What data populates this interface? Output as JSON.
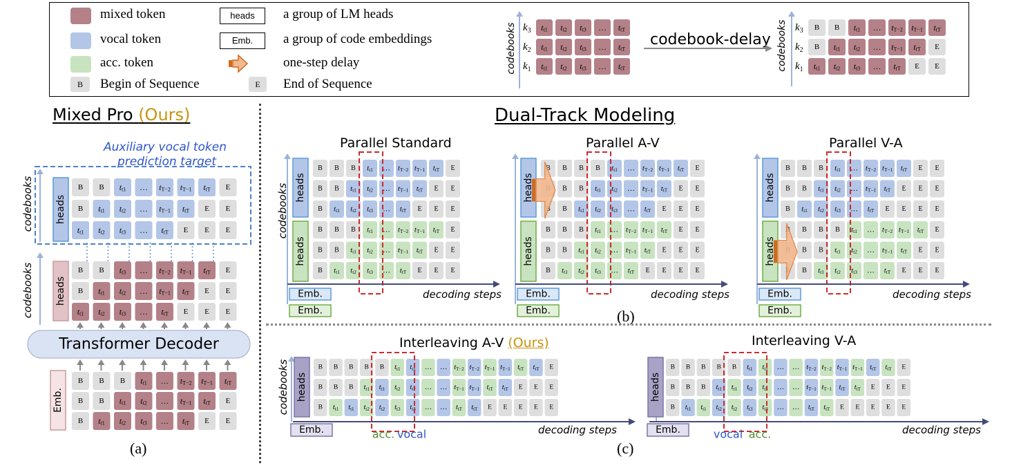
{
  "legend": {
    "mixed": "mixed token",
    "vocal": "vocal token",
    "acc": "acc. token",
    "bos_glyph": "B",
    "bos": "Begin of Sequence",
    "heads_box": "heads",
    "heads_desc": "a group of LM heads",
    "emb_box": "Emb.",
    "emb_desc": "a group of  code embeddings",
    "delay": "one-step delay",
    "eos_glyph": "E",
    "eos": "End of Sequence"
  },
  "delay_demo": {
    "codebooks_label": "codebooks",
    "rows": [
      "k3",
      "k2",
      "k1"
    ],
    "arrow_label": "codebook-delay"
  },
  "panel_a": {
    "title": "Mixed Pro",
    "ours": "(Ours)",
    "aux_line1": "Auxiliary vocal token",
    "aux_line2": "prediction target",
    "decoder": "Transformer Decoder",
    "heads": "heads",
    "emb": "Emb.",
    "codebooks": "codebooks",
    "caption": "(a)"
  },
  "panel_b": {
    "title": "Dual-Track Modeling",
    "sub1": "Parallel Standard",
    "sub2": "Parallel A-V",
    "sub3": "Parallel V-A",
    "codebooks": "codebooks",
    "heads": "heads",
    "emb": "Emb.",
    "decoding": "decoding steps",
    "caption": "(b)"
  },
  "panel_c": {
    "sub1": "Interleaving A-V",
    "ours": "(Ours)",
    "sub2": "Interleaving V-A",
    "codebooks": "codebooks",
    "heads": "heads",
    "emb": "Emb.",
    "decoding": "decoding steps",
    "acc_lbl": "acc.",
    "vocal_lbl": "vocal",
    "caption": "(c)"
  },
  "colors": {
    "mixed": "#b48188",
    "vocal": "#b3c6e8",
    "acc": "#c8e3c0",
    "special": "#dedede",
    "heads_blue": "#5b9bd5",
    "heads_green": "#70ad47",
    "heads_gray": "#a8a3c6",
    "heads_pink": "#e2c2c6",
    "ours": "#c8940c",
    "dashed": "#cc2a2a",
    "arrow": "#f2b98f"
  }
}
